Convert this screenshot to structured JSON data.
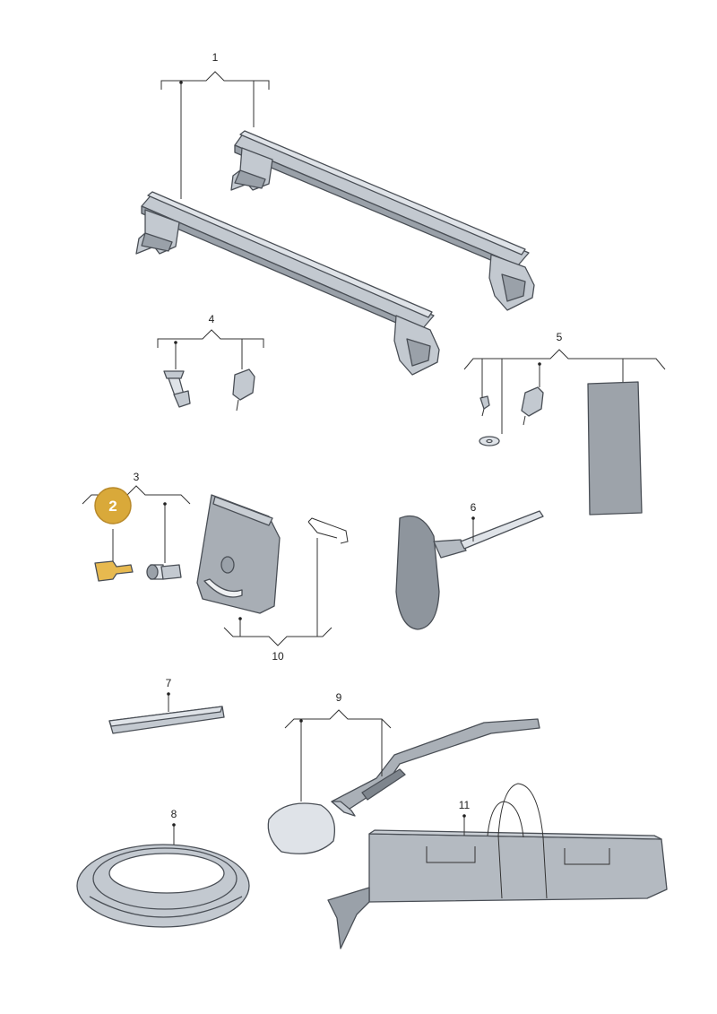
{
  "callouts": {
    "c1": "1",
    "c2": "2",
    "c3": "3",
    "c4": "4",
    "c5": "5",
    "c6": "6",
    "c7": "7",
    "c8": "8",
    "c9": "9",
    "c10": "10",
    "c11": "11"
  },
  "highlight": {
    "badge_color": "#d9a93a",
    "badge_text_color": "#ffffff",
    "key_color": "#e7b94f"
  }
}
